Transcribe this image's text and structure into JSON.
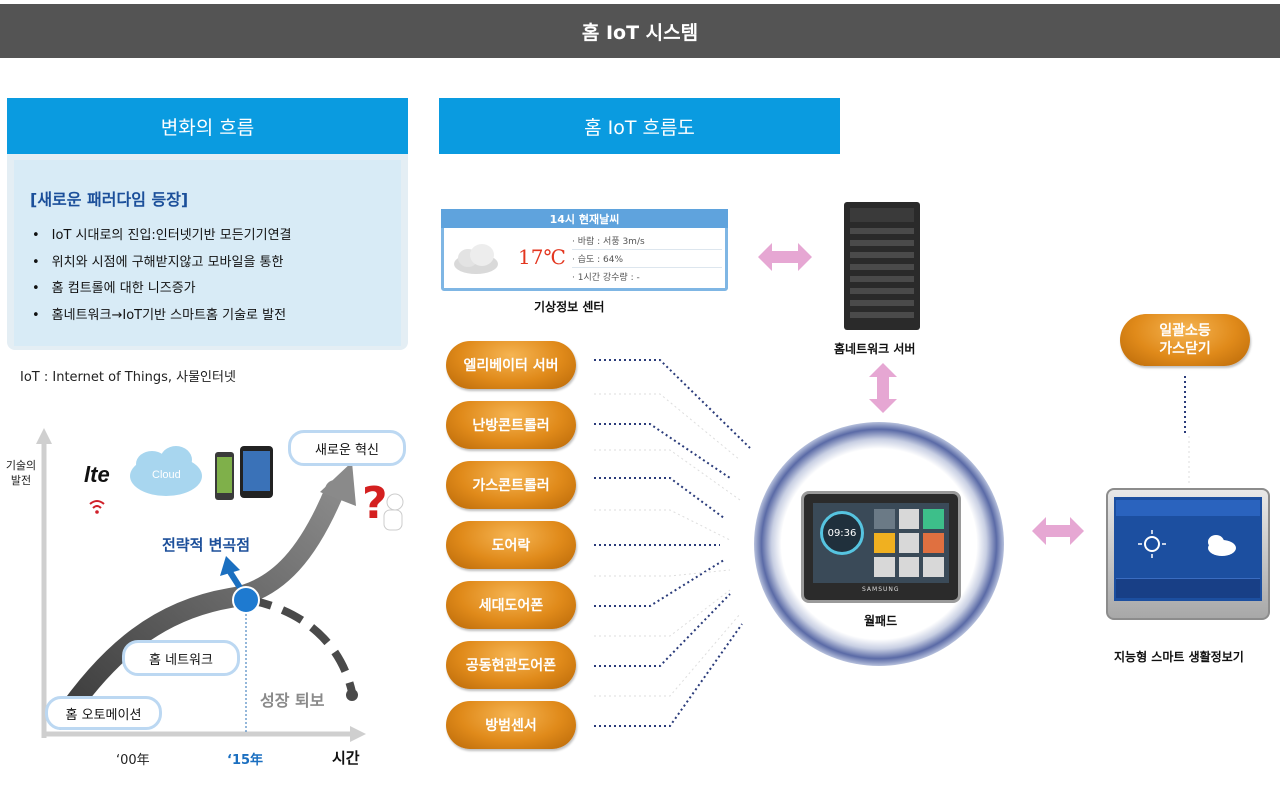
{
  "header": {
    "title": "홈 IoT 시스템"
  },
  "left": {
    "section_title": "변화의 흐름",
    "paradigm_title": "[새로운 패러다임 등장]",
    "bullets": [
      "IoT 시대로의 진입:인터넷기반 모든기기연결",
      "위치와 시점에 구해받지않고 모바일을 통한",
      "홈 컴트롤에 대한 니즈증가",
      "홈네트워크→IoT기반 스마트홈 기술로 발전"
    ],
    "iot_note": "IoT : Internet of Things, 사물인터넷",
    "chart": {
      "y_axis_label_1": "기술의",
      "y_axis_label_2": "발전",
      "x_axis_label": "시간",
      "tick_00": "‘00年",
      "tick_15": "‘15年",
      "stage_automation": "홈 오토메이션",
      "stage_network": "홈 네트워크",
      "stage_innovation": "새로운 혁신",
      "inflection": "전략적 변곡점",
      "decline": "성장 퇴보",
      "lte": "lte",
      "cloud": "Cloud"
    }
  },
  "right": {
    "section_title": "홈 IoT 흐름도",
    "weather": {
      "header": "14시 현재날씨",
      "temp": "17℃",
      "wind": "· 바람 : 서풍 3m/s",
      "humidity": "· 습도 : 64%",
      "rain": "· 1시간 강수량 : -",
      "label": "기상정보 센터"
    },
    "server_label": "홈네트워크 서버",
    "devices": [
      "엘리베이터 서버",
      "난방콘트롤러",
      "가스콘트롤러",
      "도어락",
      "세대도어폰",
      "공동현관도어폰",
      "방범센서"
    ],
    "wallpad_label": "월패드",
    "wallpad_clock": "09:36",
    "wallpad_brand": "SAMSUNG",
    "gas_bubble_1": "일괄소등",
    "gas_bubble_2": "가스닫기",
    "smart_label": "지능형 스마트 생활정보기"
  },
  "colors": {
    "header_bg": "#545454",
    "section_blue": "#0a9be0",
    "orange": "#e08a1a",
    "pink_arrow": "#e6a7d3",
    "dotted_navy": "#2a3b7a"
  }
}
